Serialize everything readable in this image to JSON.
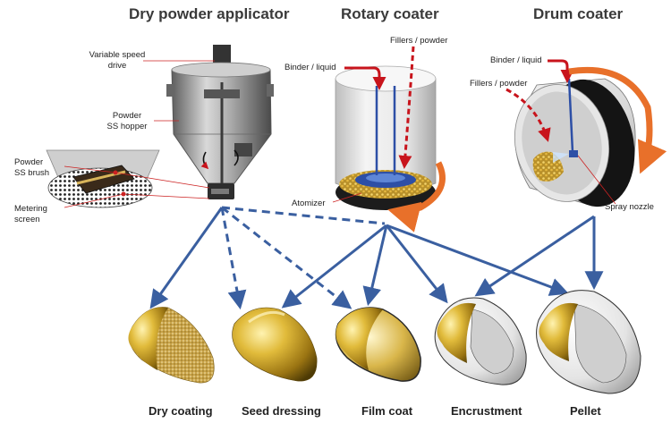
{
  "headings": {
    "dry_powder_applicator": "Dry powder applicator",
    "rotary_coater": "Rotary coater",
    "drum_coater": "Drum coater"
  },
  "applicator_labels": {
    "variable_speed_drive_line1": "Variable speed",
    "variable_speed_drive_line2": "drive",
    "powder_hopper_line1": "Powder",
    "powder_hopper_line2": "SS hopper",
    "powder_brush_line1": "Powder",
    "powder_brush_line2": "SS brush",
    "metering_screen_line1": "Metering",
    "metering_screen_line2": "screen"
  },
  "rotary_labels": {
    "fillers_powder": "Fillers / powder",
    "binder_liquid": "Binder / liquid",
    "atomizer": "Atomizer"
  },
  "drum_labels": {
    "binder_liquid": "Binder / liquid",
    "fillers_powder": "Fillers / powder",
    "spray_nozzle": "Spray nozzle"
  },
  "products": [
    {
      "label": "Dry coating"
    },
    {
      "label": "Seed dressing"
    },
    {
      "label": "Film coat"
    },
    {
      "label": "Encrustment"
    },
    {
      "label": "Pellet"
    }
  ],
  "colors": {
    "arrow_blue": "#3a5fa0",
    "flow_red": "#c8141c",
    "rotation_orange": "#e8702a",
    "seed_gold": "#c9a227",
    "steel_gray": "#9a9a9a",
    "leader_red": "#cc2222"
  }
}
